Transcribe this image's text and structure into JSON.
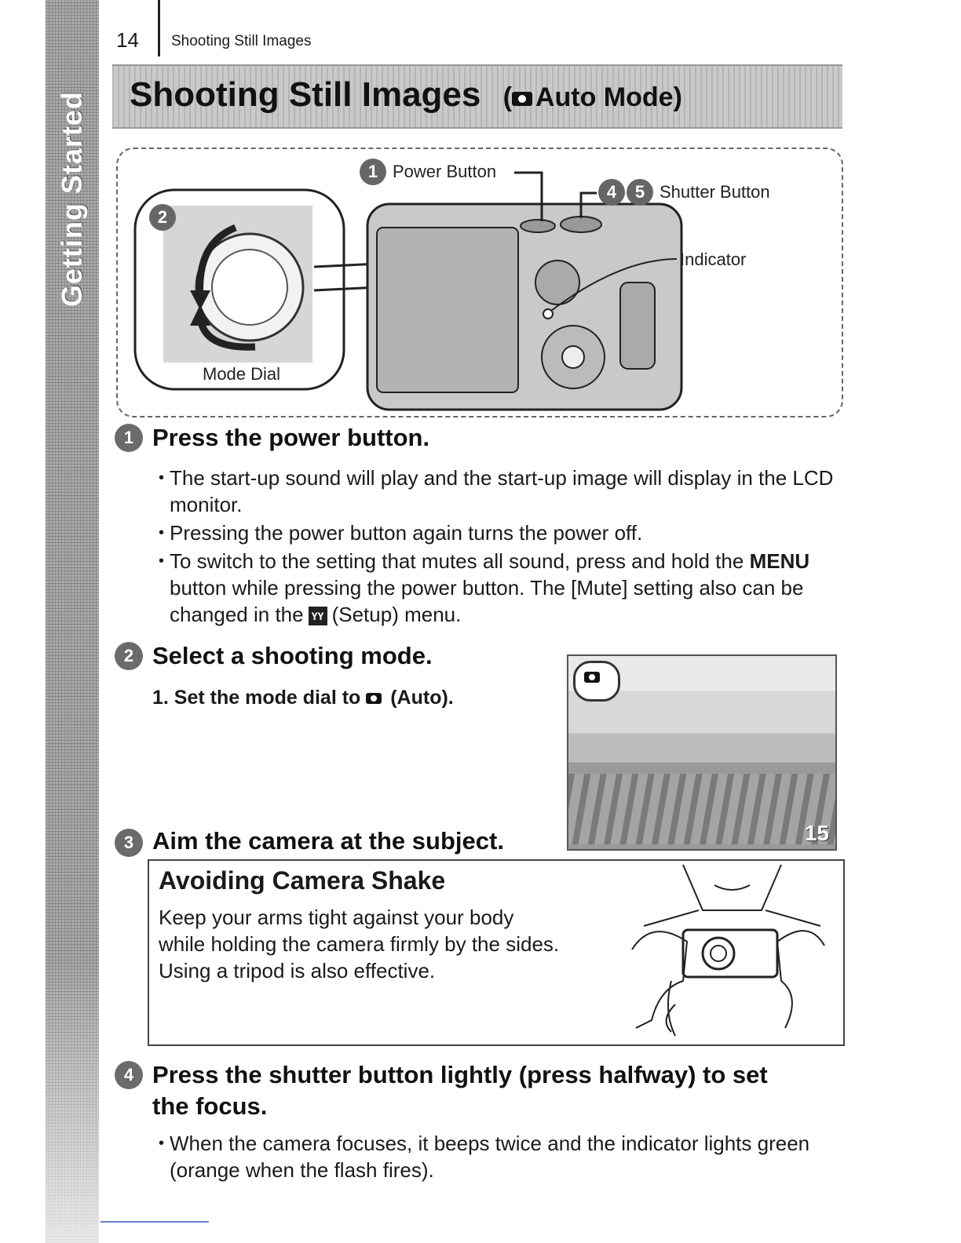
{
  "header": {
    "page_number": "14",
    "section": "Shooting Still Images"
  },
  "side_tab": {
    "label": "Getting Started"
  },
  "title": {
    "main": "Shooting Still Images",
    "paren_open": "(",
    "mode": "Auto Mode)"
  },
  "diagram": {
    "power_button": {
      "num": "1",
      "label": "Power Button"
    },
    "shutter_button": {
      "nums": [
        "4",
        "5"
      ],
      "label": "Shutter Button"
    },
    "indicator": {
      "label": "Indicator"
    },
    "mode_dial": {
      "num": "2",
      "label": "Mode Dial"
    }
  },
  "steps": [
    {
      "num": "1",
      "heading": "Press the power button.",
      "bullets": [
        "The start-up sound will play and the start-up image will display in the LCD monitor.",
        "Pressing the power button again turns the power off."
      ],
      "bullet3": {
        "part1": "To switch to the setting that mutes all sound, press and hold the",
        "menu": "MENU",
        "part2": "button while pressing the power button. The [Mute] setting also can be changed in the",
        "part3": "(Setup) menu."
      }
    },
    {
      "num": "2",
      "heading": "Select a shooting mode.",
      "substep_prefix": "1. Set the mode dial to",
      "substep_suffix": "(Auto)."
    },
    {
      "num": "3",
      "heading": "Aim the camera at the subject."
    },
    {
      "num": "4",
      "heading_line1": "Press the shutter button lightly (press halfway) to set",
      "heading_line2": "the focus.",
      "bullets": [
        "When the camera focuses, it beeps twice and the indicator lights green (orange when the flash fires)."
      ]
    }
  ],
  "lcd": {
    "shots_remaining": "15"
  },
  "avoid_shake": {
    "title": "Avoiding Camera Shake",
    "line1": "Keep your arms tight against your body",
    "line2": "while holding the camera firmly by the sides.",
    "line3": "Using a tripod is also effective."
  }
}
